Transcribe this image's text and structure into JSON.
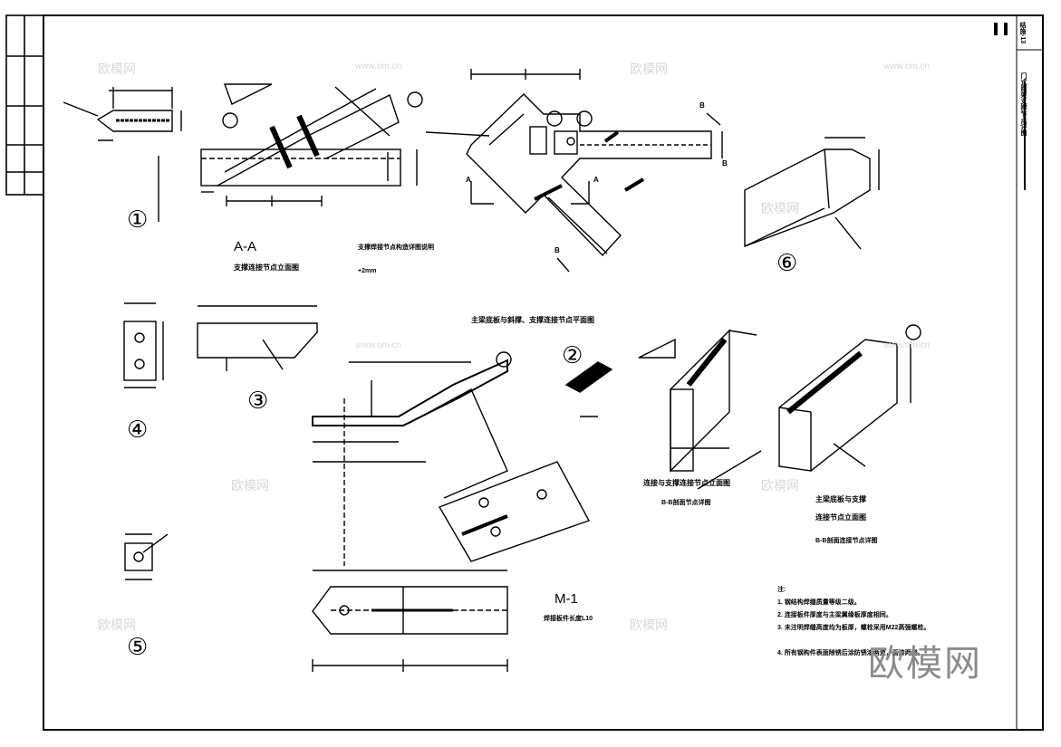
{
  "section_title": "A-A",
  "plan_title_left": "支撑连接节点立面图",
  "plan_note_left": "支撑焊接节点构造详图说明",
  "plan_note_left_tail": "+2mm",
  "plan_title_center": "主梁底板与斜撑、支撑连接节点平面图",
  "detail_title_mid": "连接与支撑连接节点立面图",
  "detail_sub_mid": "B-B剖面节点详图",
  "detail_title_right_1": "主梁底板与支撑",
  "detail_title_right_2": "连接节点立面图",
  "detail_sub_right": "B-B剖面连接节点详图",
  "part_label": "M-1",
  "part_sub": "焊接板件长度L10",
  "notes_header": "注:",
  "notes": [
    "1. 钢结构焊缝质量等级二级。",
    "2. 连接板件厚度与主梁翼缘板厚度相同。",
    "3. 未注明焊缝高度均为板厚，螺栓采用M22高强螺栓。",
    "4. 所有钢构件表面除锈后涂防锈漆两道，面漆两道。"
  ],
  "detail_numbers": [
    "①",
    "②",
    "③",
    "④",
    "⑤",
    "⑥"
  ],
  "section_markers": [
    "A",
    "A",
    "B",
    "B",
    "B"
  ],
  "brand": "欧模网",
  "watermark_cn": "欧模网",
  "watermark_url": "www.om.cn",
  "title_block": {
    "drawing_no": "结施-13",
    "title_vertical": "门式刚架支撑节点详图"
  }
}
